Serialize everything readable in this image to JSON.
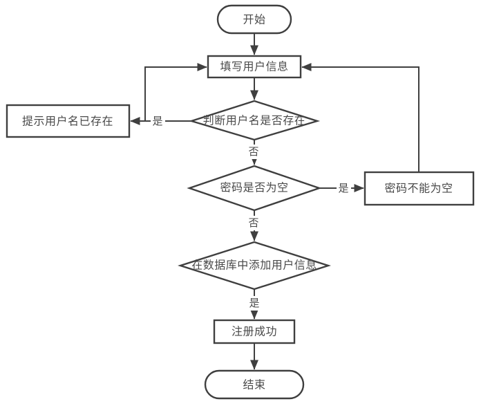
{
  "diagram": {
    "type": "flowchart",
    "colors": {
      "background": "#ffffff",
      "stroke": "#3f3f3f",
      "text": "#4a4a4a"
    },
    "nodes": {
      "start": {
        "type": "terminator",
        "label": "开始"
      },
      "fill_info": {
        "type": "process",
        "label": "填写用户信息"
      },
      "check_username": {
        "type": "decision",
        "label": "判断用户名是否存在"
      },
      "username_exists": {
        "type": "process",
        "label": "提示用户名已存在"
      },
      "password_empty": {
        "type": "decision",
        "label": "密码是否为空"
      },
      "password_not_empty": {
        "type": "process",
        "label": "密码不能为空"
      },
      "add_user_db": {
        "type": "decision",
        "label": "在数据库中添加用户信息"
      },
      "register_success": {
        "type": "process",
        "label": "注册成功"
      },
      "end": {
        "type": "terminator",
        "label": "结束"
      }
    },
    "edge_labels": {
      "check_username_yes": "是",
      "check_username_no": "否",
      "password_empty_yes": "是",
      "password_empty_no": "否",
      "add_user_db_yes": "是"
    }
  }
}
